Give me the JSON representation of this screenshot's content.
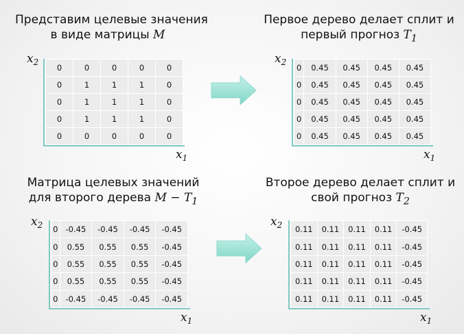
{
  "panels": [
    {
      "title_line1": "Представим целевые значения",
      "title_line2_prefix": "в виде матрицы ",
      "title_symbol": "M",
      "title_sub": "",
      "y_axis_symbol": "x",
      "y_axis_sub": "2",
      "x_axis_symbol": "x",
      "x_axis_sub": "1",
      "matrix": [
        [
          "0",
          "0",
          "0",
          "0",
          "0"
        ],
        [
          "0",
          "1",
          "1",
          "1",
          "0"
        ],
        [
          "0",
          "1",
          "1",
          "1",
          "0"
        ],
        [
          "0",
          "1",
          "1",
          "1",
          "0"
        ],
        [
          "0",
          "0",
          "0",
          "0",
          "0"
        ]
      ],
      "split_after_column": null
    },
    {
      "title_line1": "Первое дерево делает сплит и",
      "title_line2_prefix": "первый прогноз ",
      "title_symbol": "T",
      "title_sub": "1",
      "y_axis_symbol": "x",
      "y_axis_sub": "2",
      "x_axis_symbol": "x",
      "x_axis_sub": "1",
      "matrix": [
        [
          "0",
          "0.45",
          "0.45",
          "0.45",
          "0.45"
        ],
        [
          "0",
          "0.45",
          "0.45",
          "0.45",
          "0.45"
        ],
        [
          "0",
          "0.45",
          "0.45",
          "0.45",
          "0.45"
        ],
        [
          "0",
          "0.45",
          "0.45",
          "0.45",
          "0.45"
        ],
        [
          "0",
          "0.45",
          "0.45",
          "0.45",
          "0.45"
        ]
      ],
      "split_after_column": 0
    },
    {
      "title_line1": "Матрица целевых значений",
      "title_line2_prefix": "для второго дерева ",
      "title_symbol": "M − T",
      "title_sub": "1",
      "y_axis_symbol": "x",
      "y_axis_sub": "2",
      "x_axis_symbol": "x",
      "x_axis_sub": "1",
      "matrix": [
        [
          "0",
          "-0.45",
          "-0.45",
          "-0.45",
          "-0.45"
        ],
        [
          "0",
          "0.55",
          "0.55",
          "0.55",
          "-0.45"
        ],
        [
          "0",
          "0.55",
          "0.55",
          "0.55",
          "-0.45"
        ],
        [
          "0",
          "0.55",
          "0.55",
          "0.55",
          "-0.45"
        ],
        [
          "0",
          "-0.45",
          "-0.45",
          "-0.45",
          "-0.45"
        ]
      ],
      "split_after_column": null
    },
    {
      "title_line1": "Второе дерево делает сплит и",
      "title_line2_prefix": "свой прогноз ",
      "title_symbol": "T",
      "title_sub": "2",
      "y_axis_symbol": "x",
      "y_axis_sub": "2",
      "x_axis_symbol": "x",
      "x_axis_sub": "1",
      "matrix": [
        [
          "0.11",
          "0.11",
          "0.11",
          "0.11",
          "-0.45"
        ],
        [
          "0.11",
          "0.11",
          "0.11",
          "0.11",
          "-0.45"
        ],
        [
          "0.11",
          "0.11",
          "0.11",
          "0.11",
          "-0.45"
        ],
        [
          "0.11",
          "0.11",
          "0.11",
          "0.11",
          "-0.45"
        ],
        [
          "0.11",
          "0.11",
          "0.11",
          "0.11",
          "-0.45"
        ]
      ],
      "split_after_column": 3
    }
  ],
  "colors": {
    "axis": "#7fc9c0",
    "arrow_top": "#c6f1e9",
    "arrow_bottom": "#7fd6c6",
    "split_line": "#333333"
  },
  "arrows": [
    {
      "icon": "right-arrow-icon"
    },
    {
      "icon": "right-arrow-icon"
    }
  ]
}
